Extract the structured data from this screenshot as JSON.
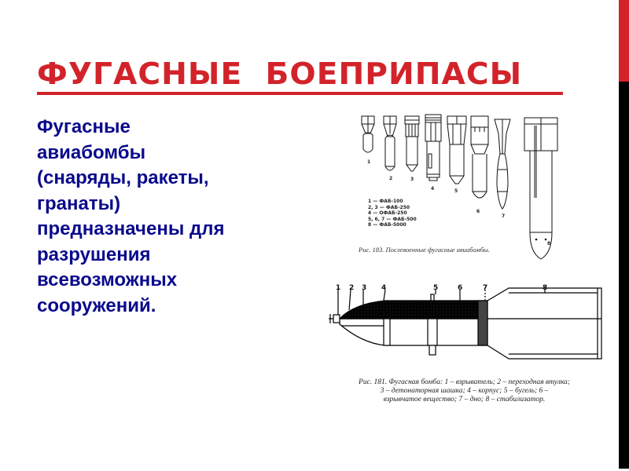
{
  "slide": {
    "title": "ФУГАСНЫЕ  БОЕПРИПАСЫ",
    "accent_color": "#d2232a",
    "text_color": "#0a0a8c",
    "body_lines": [
      "Фугасные",
      "авиабомбы",
      "(снаряды, ракеты,",
      "гранаты)",
      "предназначены для",
      "разрушения",
      "всевозможных",
      "сооружений."
    ]
  },
  "figure_bombs": {
    "numbers": [
      "1",
      "2",
      "3",
      "4",
      "5",
      "6",
      "7",
      "8"
    ],
    "legend": [
      "1 — ФАБ-100",
      "2, 3 — ФАБ-250",
      "4 — ОФАБ-250",
      "5, 6, 7 — ФАБ-500",
      "8 — ФАБ-5000"
    ],
    "caption": "Рис. 183. Послевоенные фугасные авиабомбы."
  },
  "figure_section": {
    "part_numbers": [
      "1",
      "2",
      "3",
      "4",
      "5",
      "6",
      "7",
      "8"
    ],
    "caption_lines": [
      "Рис. 181. Фугасная бомба: 1 – взрыватель; 2 – переходная втулка;",
      "3 – детонаторная шашка; 4 – корпус; 5 – бугель; 6 –",
      "взрывчатое вещество; 7 – дно; 8 – стабилизатор."
    ]
  }
}
